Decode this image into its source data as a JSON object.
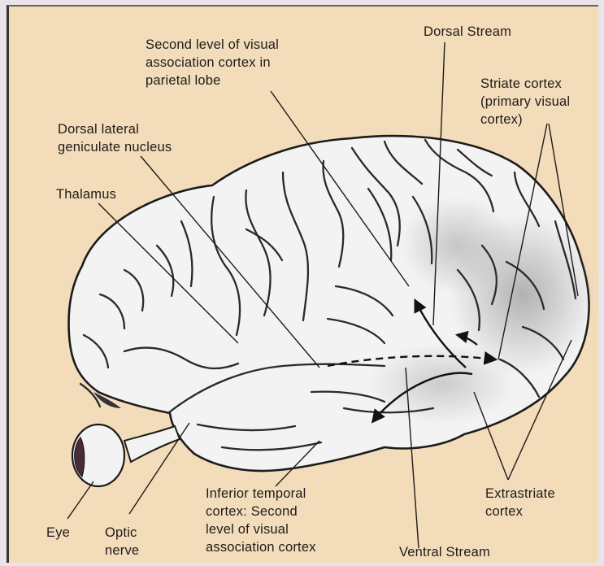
{
  "labels": {
    "dorsal_stream": "Dorsal Stream",
    "second_level_parietal": "Second level of visual\nassociation cortex in\nparietal lobe",
    "striate_cortex": "Striate cortex\n(primary visual\ncortex)",
    "lgn": "Dorsal lateral\ngeniculate nucleus",
    "thalamus": "Thalamus",
    "inferior_temporal": "Inferior temporal\ncortex: Second\nlevel of visual\nassociation cortex",
    "extrastriate": "Extrastriate\ncortex",
    "eye": "Eye",
    "optic_nerve": "Optic\nnerve",
    "ventral_stream": "Ventral Stream"
  },
  "colors": {
    "background": "#f3dcba",
    "brain_fill": "#f2f2f2",
    "sulcus": "#2b2b2b",
    "shading": "#a9a9a9",
    "leader_line": "#1f1b19"
  }
}
